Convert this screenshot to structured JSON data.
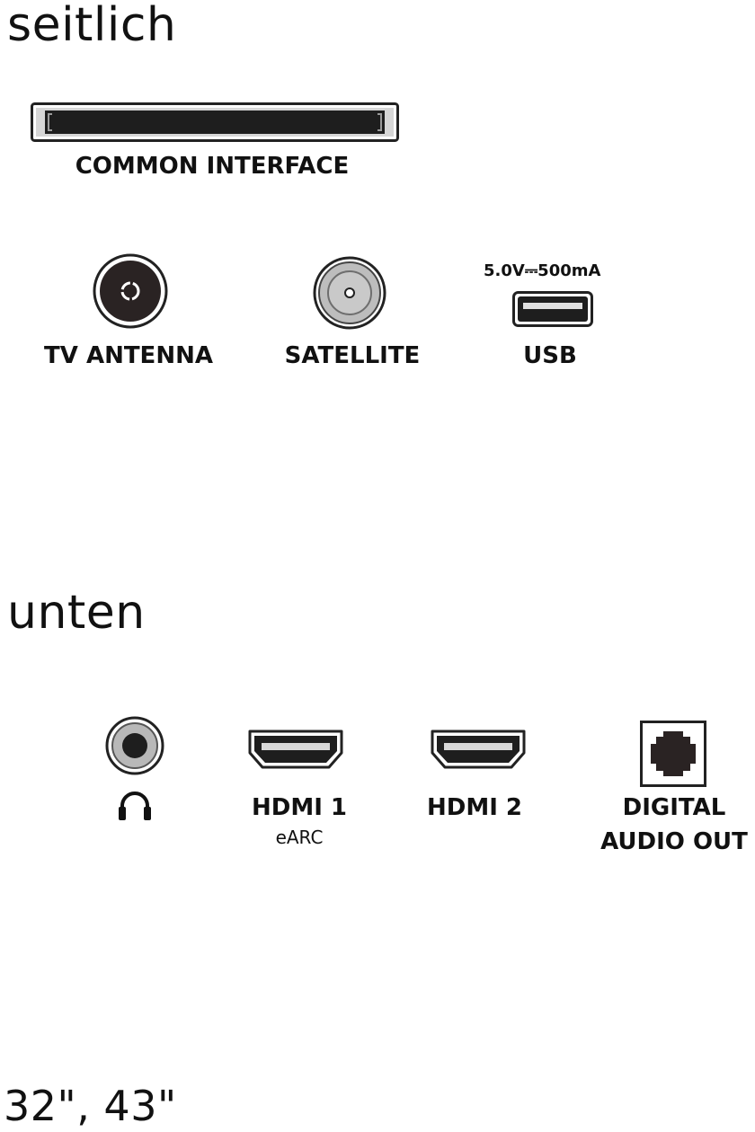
{
  "sections": {
    "side": {
      "heading": "seitlich",
      "common_interface": {
        "label": "COMMON INTERFACE",
        "icon": "ci-slot-icon"
      },
      "tv_antenna": {
        "label": "TV ANTENNA",
        "icon": "antenna-connector-icon"
      },
      "satellite": {
        "label": "SATELLITE",
        "icon": "satellite-connector-icon"
      },
      "usb": {
        "label": "USB",
        "spec": "5.0V⎓500mA",
        "icon": "usb-port-icon"
      }
    },
    "bottom": {
      "heading": "unten",
      "headphones": {
        "icon": "headphones-icon",
        "jack_icon": "audio-jack-icon"
      },
      "hdmi1": {
        "label": "HDMI 1",
        "sublabel": "eARC",
        "icon": "hdmi-port-icon"
      },
      "hdmi2": {
        "label": "HDMI 2",
        "icon": "hdmi-port-icon"
      },
      "digital_audio_out": {
        "label_line1": "DIGITAL",
        "label_line2": "AUDIO OUT",
        "icon": "optical-port-icon"
      }
    }
  },
  "footer": {
    "sizes": "32\", 43\""
  }
}
